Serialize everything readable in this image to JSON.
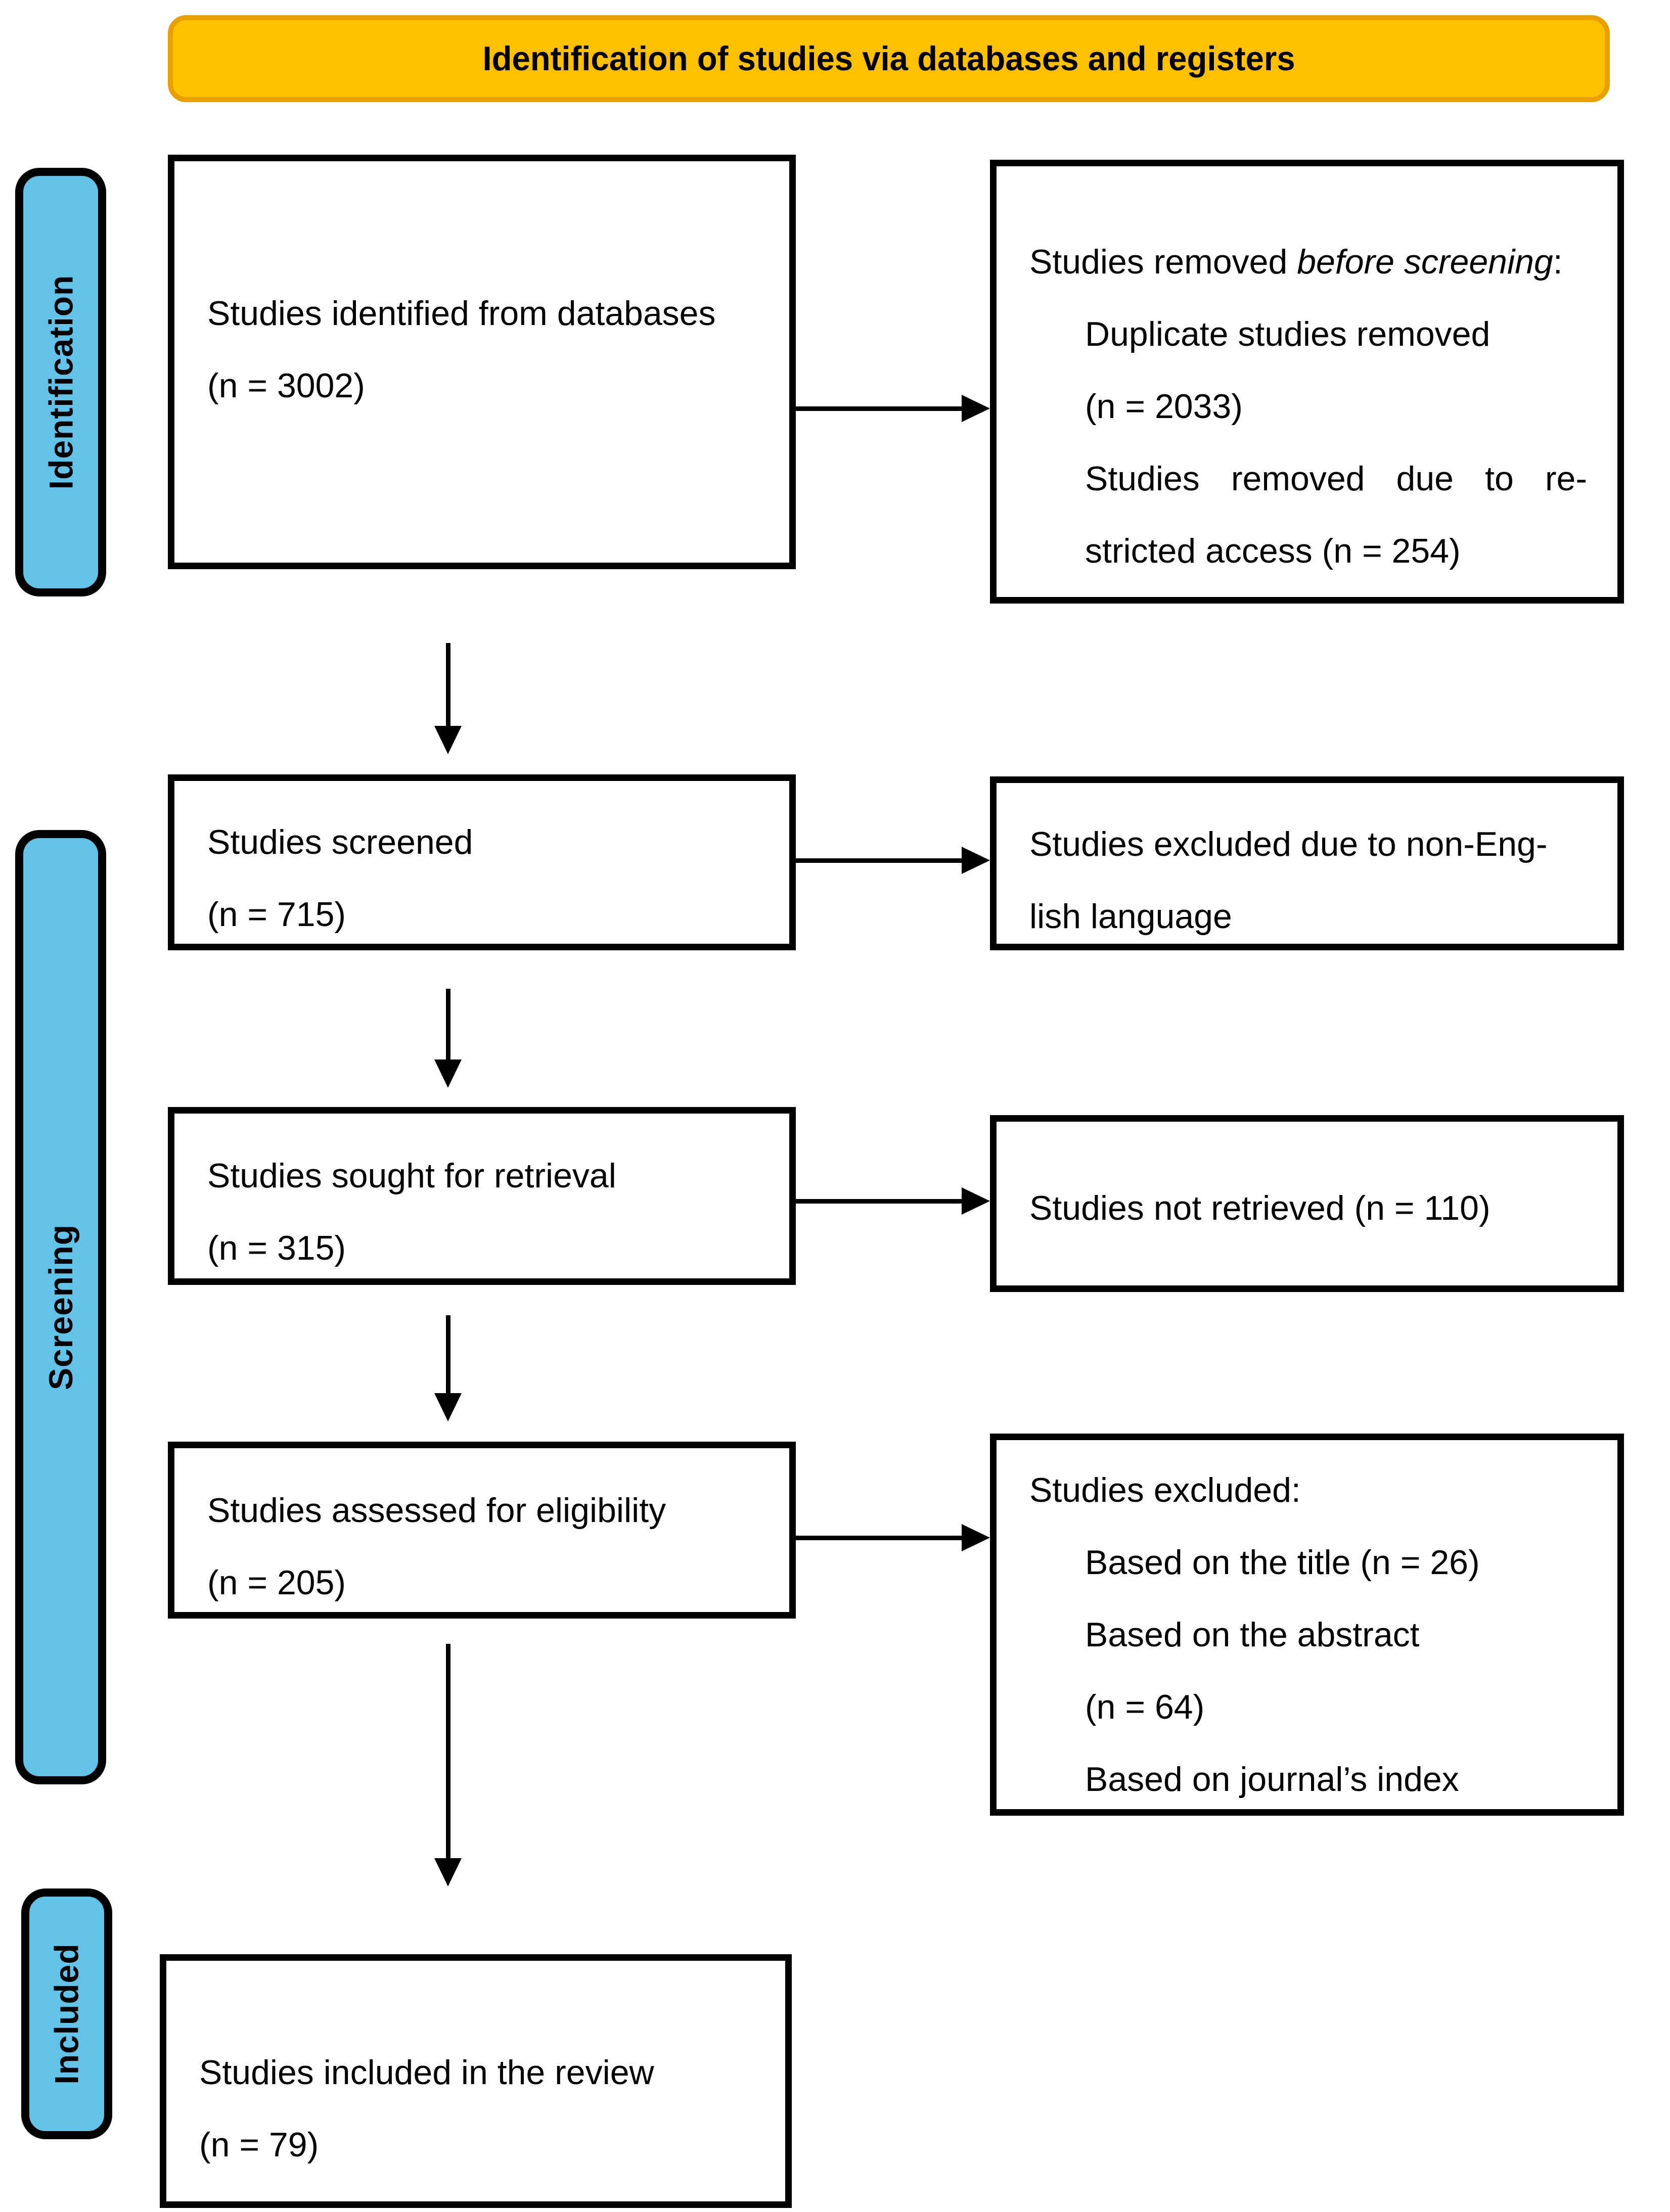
{
  "banner": {
    "label": "Identification of studies via databases and registers"
  },
  "colors": {
    "banner_fill": "#FFC000",
    "banner_border": "#E8A000",
    "stage_fill": "#62C2E8",
    "line_color": "#000000"
  },
  "stages": {
    "identification": "Identification",
    "screening": "Screening",
    "included": "Included"
  },
  "boxes": {
    "identified": {
      "line1": "Studies identified from databases",
      "line2": "(n = 3002)"
    },
    "removed_before_screening": {
      "intro_prefix": "Studies removed ",
      "intro_italic": "before screening",
      "intro_suffix": ":",
      "item1_line1": "Duplicate studies removed",
      "item1_line2": "(n = 2033)",
      "item2_line1": "Studies removed due to re-",
      "item2_line2": "stricted access (n = 254)"
    },
    "screened": {
      "line1": "Studies screened",
      "line2": "(n = 715)"
    },
    "excluded_language": {
      "line1": "Studies excluded due to non-Eng-",
      "line2": "lish language"
    },
    "sought": {
      "line1": "Studies sought for retrieval",
      "line2": "(n = 315)"
    },
    "not_retrieved": {
      "line1": "Studies not retrieved (n = 110)"
    },
    "assessed": {
      "line1": "Studies assessed for eligibility",
      "line2": "(n = 205)"
    },
    "excluded_eligibility": {
      "intro": "Studies excluded:",
      "item1": "Based on the title (n = 26)",
      "item2_line1": "Based on the abstract",
      "item2_line2": "(n = 64)",
      "item3": "Based on journal’s index"
    },
    "included_review": {
      "line1": "Studies included in the review",
      "line2": "(n = 79)"
    }
  }
}
